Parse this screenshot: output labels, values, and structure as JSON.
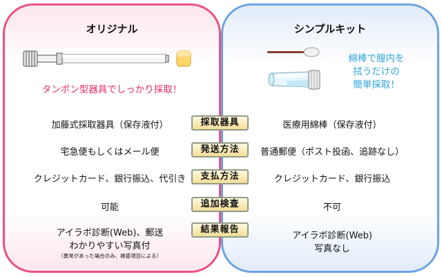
{
  "left_panel": {
    "title": "オリジナル",
    "tagline": "タンポン型器具でしっかり採取！"
  },
  "right_panel": {
    "title": "シンプルキット",
    "tagline_lines": [
      "綿棒で膣内を",
      "拭うだけの",
      "簡単採取！"
    ]
  },
  "rows": [
    {
      "label": "採取器具",
      "left": "加藤式採取器具（保存液付）",
      "right": "医療用綿棒（保存液付）"
    },
    {
      "label": "発送方法",
      "left": "宅急便もしくはメール便",
      "right": "普通郵便（ポスト投函、追跡なし）"
    },
    {
      "label": "支払方法",
      "left": "クレジットカード、銀行振込、代引き",
      "right": "クレジットカード、銀行振込"
    },
    {
      "label": "追加検査",
      "left": "可能",
      "right": "不可"
    },
    {
      "label": "結果報告",
      "left": "アイラボ診断(Web)、郵送",
      "left_sub": "わかりやすい写真付",
      "left_note": "（異常があった場合のみ、検査項目による）",
      "right": "アイラボ診断(Web)",
      "right_sub": "写真なし"
    }
  ],
  "colors": {
    "left_border": "#ec4e86",
    "right_border": "#6ba3e2",
    "left_tagline": "#e8305e",
    "right_tagline": "#2fa6dc",
    "label_fill": "#f3dd97"
  },
  "icons": {
    "left_illustration": "tampon-applicator-icon",
    "right_illustration": "cotton-swab-and-vial-icon"
  }
}
